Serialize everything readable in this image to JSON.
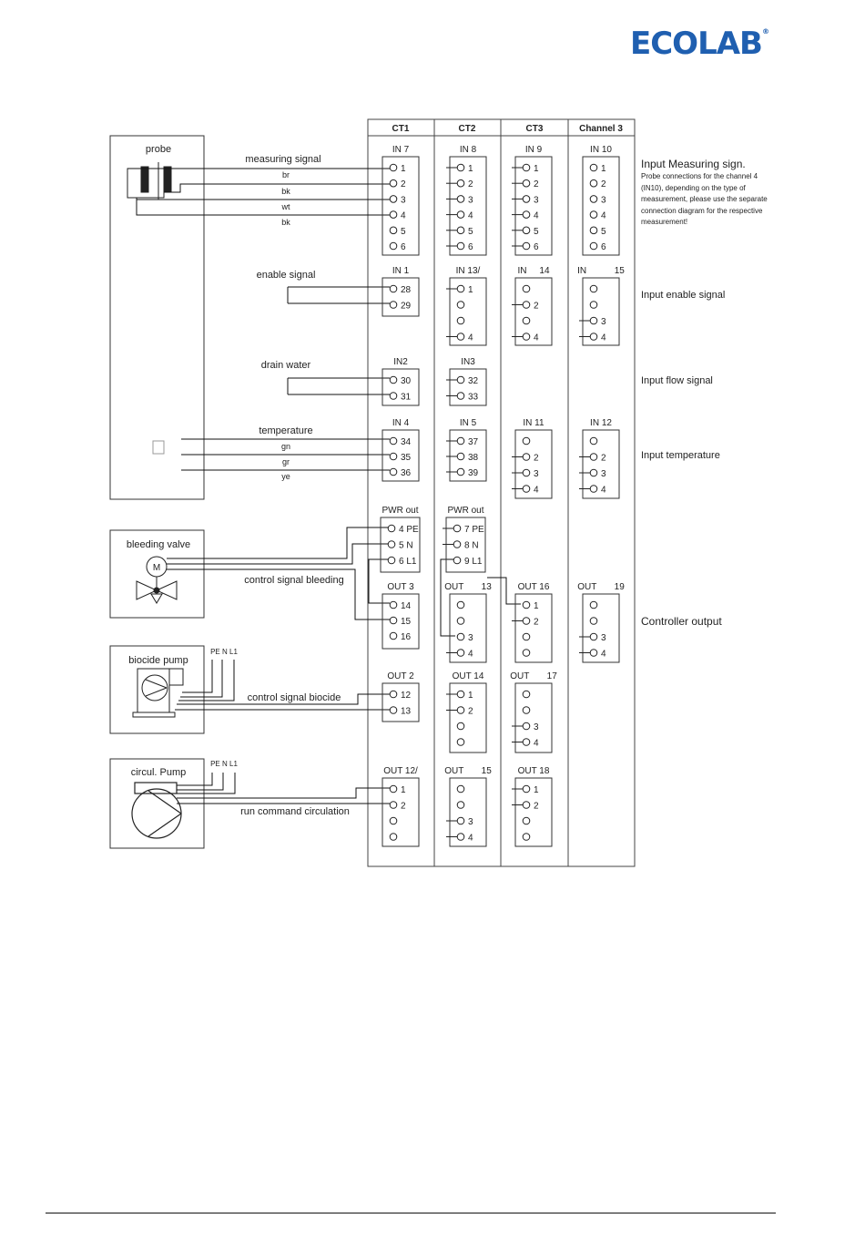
{
  "logo": {
    "text": "ECOLAB",
    "mark": "®",
    "color": "#1f5fb0"
  },
  "columns": [
    "CT1",
    "CT2",
    "CT3",
    "Channel 3"
  ],
  "devices": {
    "probe": {
      "label": "probe",
      "cable_label": "measuring signal",
      "wires": [
        "br",
        "bk",
        "wt",
        "bk"
      ]
    },
    "enable": {
      "label": "enable signal"
    },
    "drain": {
      "label": "drain water"
    },
    "temperature": {
      "label": "temperature",
      "wires": [
        "gn",
        "gr",
        "ye"
      ]
    },
    "bleeding_valve": {
      "label": "bleeding valve",
      "motor": "M",
      "cable_label": "control signal bleeding"
    },
    "biocide_pump": {
      "label": "biocide pump",
      "power": "PE N L1",
      "cable_label": "control signal biocide"
    },
    "circul_pump": {
      "label": "circul. Pump",
      "power": "PE N L1",
      "cable_label": "run command circulation"
    }
  },
  "terminals": {
    "in7": {
      "title": "IN 7",
      "pins": [
        "1",
        "2",
        "3",
        "4",
        "5",
        "6"
      ]
    },
    "in8": {
      "title": "IN 8",
      "pins": [
        "1",
        "2",
        "3",
        "4",
        "5",
        "6"
      ]
    },
    "in9": {
      "title": "IN 9",
      "pins": [
        "1",
        "2",
        "3",
        "4",
        "5",
        "6"
      ]
    },
    "in10": {
      "title": "IN 10",
      "pins": [
        "1",
        "2",
        "3",
        "4",
        "5",
        "6"
      ]
    },
    "in1": {
      "title": "IN 1",
      "pins": [
        "28",
        "29"
      ]
    },
    "in13": {
      "title": "IN 13/",
      "pins": [
        "1",
        "",
        "",
        "4"
      ]
    },
    "in14": {
      "title": "IN     14",
      "pins": [
        "",
        "2",
        "",
        "4"
      ]
    },
    "in15": {
      "title": "IN           15",
      "pins": [
        "",
        "",
        "3",
        "4"
      ]
    },
    "in2": {
      "title": "IN2",
      "pins": [
        "30",
        "31"
      ]
    },
    "in3": {
      "title": "IN3",
      "pins": [
        "32",
        "33"
      ]
    },
    "in4": {
      "title": "IN 4",
      "pins": [
        "34",
        "35",
        "36"
      ]
    },
    "in5": {
      "title": "IN 5",
      "pins": [
        "37",
        "38",
        "39"
      ]
    },
    "in11": {
      "title": "IN 11",
      "pins": [
        "",
        "2",
        "3",
        "4"
      ]
    },
    "in12": {
      "title": "IN 12",
      "pins": [
        "",
        "2",
        "3",
        "4"
      ]
    },
    "pwr1": {
      "title": "PWR out",
      "pins": [
        "4 PE",
        "5 N",
        "6 L1"
      ]
    },
    "pwr2": {
      "title": "PWR out",
      "pins": [
        "7 PE",
        "8 N",
        "9 L1"
      ]
    },
    "out3": {
      "title": "OUT 3",
      "pins": [
        "14",
        "15",
        "16"
      ]
    },
    "out13": {
      "title": "OUT       13",
      "pins": [
        "",
        "",
        "3",
        "4"
      ]
    },
    "out16": {
      "title": "OUT 16",
      "pins": [
        "1",
        "2",
        "",
        ""
      ]
    },
    "out19": {
      "title": "OUT       19",
      "pins": [
        "",
        "",
        "3",
        "4"
      ]
    },
    "out2": {
      "title": "OUT 2",
      "pins": [
        "12",
        "13"
      ]
    },
    "out14": {
      "title": "OUT 14",
      "pins": [
        "1",
        "2",
        "",
        ""
      ]
    },
    "out17": {
      "title": "OUT       17",
      "pins": [
        "",
        "",
        "3",
        "4"
      ]
    },
    "out12": {
      "title": "OUT 12/",
      "pins": [
        "1",
        "2",
        "",
        ""
      ]
    },
    "out15": {
      "title": "OUT       15",
      "pins": [
        "",
        "",
        "3",
        "4"
      ]
    },
    "out18": {
      "title": "OUT 18",
      "pins": [
        "1",
        "2",
        "",
        ""
      ]
    }
  },
  "side_labels": {
    "measuring_title": "Input Measuring sign.",
    "measuring_note": "Probe connections for the channel 4 (IN10), depending on the type of measurement, please use the separate connection diagram for the respective measurement!",
    "enable": "Input enable signal",
    "flow": "Input flow signal",
    "temperature": "Input temperature",
    "controller": "Controller output"
  }
}
